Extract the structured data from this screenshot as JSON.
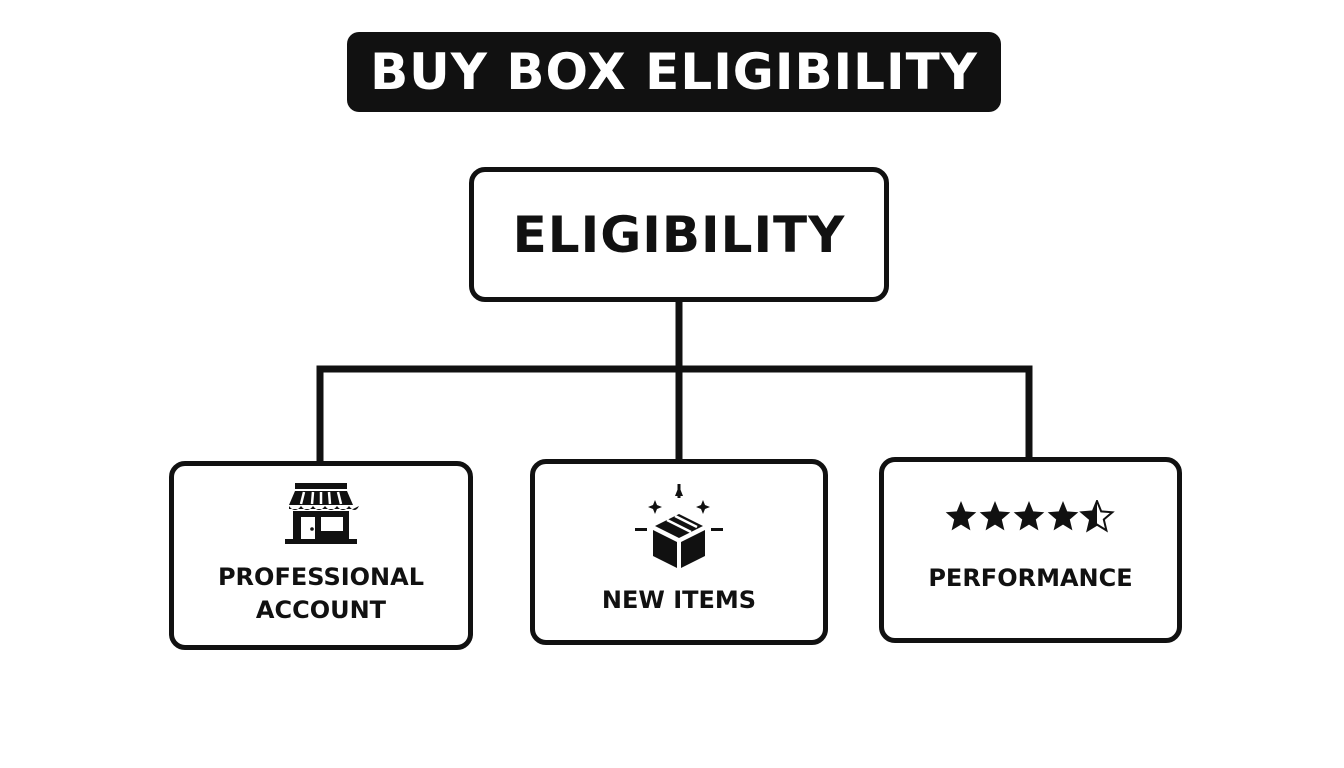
{
  "title": "BUY BOX ELIGIBILITY",
  "root": {
    "label": "ELIGIBILITY"
  },
  "children": [
    {
      "label": "PROFESSIONAL\nACCOUNT",
      "icon": "storefront-icon"
    },
    {
      "label": "NEW ITEMS",
      "icon": "new-box-icon"
    },
    {
      "label": "PERFORMANCE",
      "icon": "star-rating-icon"
    }
  ],
  "colors": {
    "ink": "#111111",
    "background": "#ffffff",
    "banner_text": "#ffffff"
  }
}
